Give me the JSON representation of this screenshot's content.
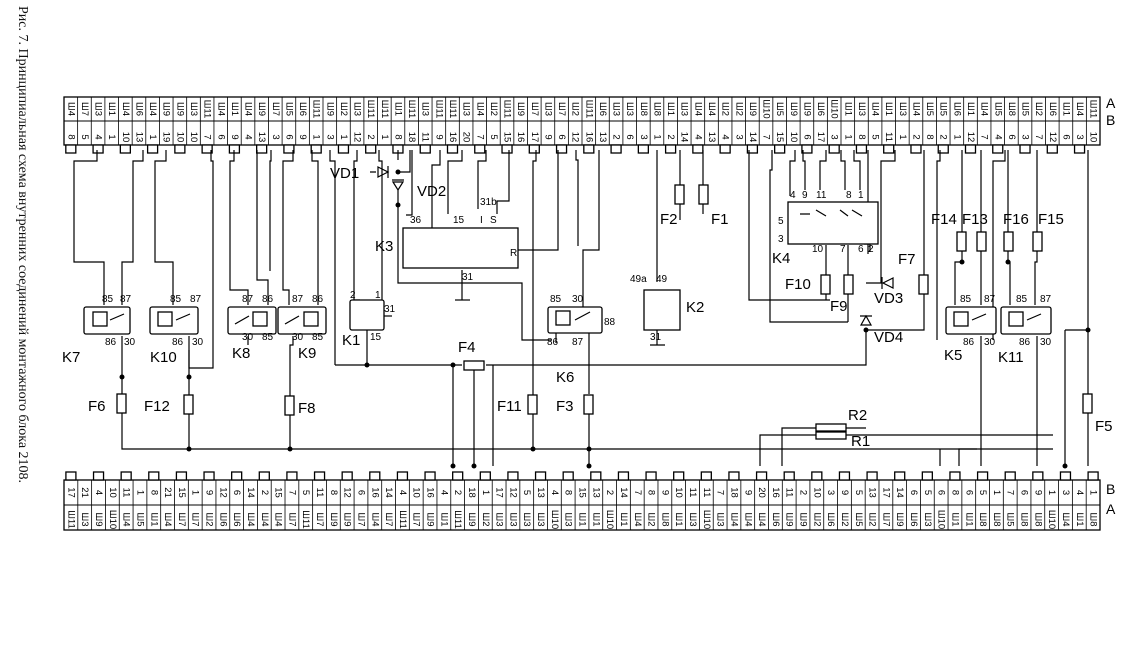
{
  "caption": "Рис. 7. Принципиальная схема внутренних соединений монтажного блока 2108.",
  "row_labels": {
    "a": "А",
    "b": "В"
  },
  "top_connectors": [
    {
      "a": "Ш4",
      "b": "8"
    },
    {
      "a": "Ш7",
      "b": "5"
    },
    {
      "a": "Ш3",
      "b": "4"
    },
    {
      "a": "Ш1",
      "b": "1"
    },
    {
      "a": "Ш4",
      "b": "10"
    },
    {
      "a": "Ш6",
      "b": "13"
    },
    {
      "a": "Ш4",
      "b": "1"
    },
    {
      "a": "Ш9",
      "b": "19"
    },
    {
      "a": "Ш9",
      "b": "10"
    },
    {
      "a": "Ш3",
      "b": "10"
    },
    {
      "a": "Ш11",
      "b": "7"
    },
    {
      "a": "Ш4",
      "b": "6"
    },
    {
      "a": "Ш1",
      "b": "9"
    },
    {
      "a": "Ш4",
      "b": "4"
    },
    {
      "a": "Ш9",
      "b": "13"
    },
    {
      "a": "Ш7",
      "b": "3"
    },
    {
      "a": "Ш5",
      "b": "6"
    },
    {
      "a": "Ш6",
      "b": "9"
    },
    {
      "a": "Ш11",
      "b": "1"
    },
    {
      "a": "Ш9",
      "b": "3"
    },
    {
      "a": "Ш2",
      "b": "1"
    },
    {
      "a": "Ш3",
      "b": "12"
    },
    {
      "a": "Ш11",
      "b": "2"
    },
    {
      "a": "Ш11",
      "b": "1"
    },
    {
      "a": "Ш1",
      "b": "8"
    },
    {
      "a": "Ш11",
      "b": "18"
    },
    {
      "a": "Ш3",
      "b": "11"
    },
    {
      "a": "Ш11",
      "b": "9"
    },
    {
      "a": "Ш11",
      "b": "16"
    },
    {
      "a": "Ш3",
      "b": "20"
    },
    {
      "a": "Ш4",
      "b": "7"
    },
    {
      "a": "Ш2",
      "b": "5"
    },
    {
      "a": "Ш11",
      "b": "15"
    },
    {
      "a": "Ш9",
      "b": "16"
    },
    {
      "a": "Ш7",
      "b": "17"
    },
    {
      "a": "Ш3",
      "b": "9"
    },
    {
      "a": "Ш7",
      "b": "6"
    },
    {
      "a": "Ш2",
      "b": "12"
    },
    {
      "a": "Ш11",
      "b": "16"
    },
    {
      "a": "Ш6",
      "b": "13"
    },
    {
      "a": "Ш3",
      "b": "2"
    },
    {
      "a": "Ш3",
      "b": "6"
    },
    {
      "a": "Ш8",
      "b": "3"
    },
    {
      "a": "Ш8",
      "b": "1"
    },
    {
      "a": "Ш1",
      "b": "2"
    },
    {
      "a": "Ш3",
      "b": "14"
    },
    {
      "a": "Ш4",
      "b": "4"
    },
    {
      "a": "Ш4",
      "b": "13"
    },
    {
      "a": "Ш2",
      "b": "4"
    },
    {
      "a": "Ш2",
      "b": "3"
    },
    {
      "a": "Ш9",
      "b": "14"
    },
    {
      "a": "Ш10",
      "b": "7"
    },
    {
      "a": "Ш5",
      "b": "15"
    },
    {
      "a": "Ш9",
      "b": "10"
    },
    {
      "a": "Ш9",
      "b": "6"
    },
    {
      "a": "Ш6",
      "b": "17"
    },
    {
      "a": "Ш10",
      "b": "3"
    },
    {
      "a": "Ш1",
      "b": "1"
    },
    {
      "a": "Ш3",
      "b": "8"
    },
    {
      "a": "Ш4",
      "b": "5"
    },
    {
      "a": "Ш1",
      "b": "11"
    },
    {
      "a": "Ш3",
      "b": "1"
    },
    {
      "a": "Ш4",
      "b": "2"
    },
    {
      "a": "Ш5",
      "b": "8"
    },
    {
      "a": "Ш5",
      "b": "2"
    },
    {
      "a": "Ш6",
      "b": "1"
    },
    {
      "a": "Ш1",
      "b": "12"
    },
    {
      "a": "Ш4",
      "b": "7"
    },
    {
      "a": "Ш5",
      "b": "4"
    },
    {
      "a": "Ш8",
      "b": "6"
    },
    {
      "a": "Ш5",
      "b": "3"
    },
    {
      "a": "Ш2",
      "b": "7"
    },
    {
      "a": "Ш6",
      "b": "12"
    },
    {
      "a": "Ш1",
      "b": "6"
    },
    {
      "a": "Ш4",
      "b": "3"
    },
    {
      "a": "Ш11",
      "b": "10"
    }
  ],
  "bottom_connectors": [
    {
      "b": "17",
      "a": "Ш11"
    },
    {
      "b": "21",
      "a": "Ш3"
    },
    {
      "b": "4",
      "a": "Ш9"
    },
    {
      "b": "10",
      "a": "Ш10"
    },
    {
      "b": "11",
      "a": "Ш4"
    },
    {
      "b": "1",
      "a": "Ш5"
    },
    {
      "b": "8",
      "a": "Ш1"
    },
    {
      "b": "21",
      "a": "Ш4"
    },
    {
      "b": "15",
      "a": "Ш7"
    },
    {
      "b": "1",
      "a": "Ш7"
    },
    {
      "b": "9",
      "a": "Ш2"
    },
    {
      "b": "12",
      "a": "Ш6"
    },
    {
      "b": "6",
      "a": "Ш6"
    },
    {
      "b": "14",
      "a": "Ш4"
    },
    {
      "b": "2",
      "a": "Ш4"
    },
    {
      "b": "15",
      "a": "Ш4"
    },
    {
      "b": "7",
      "a": "Ш7"
    },
    {
      "b": "5",
      "a": "Ш11"
    },
    {
      "b": "11",
      "a": "Ш7"
    },
    {
      "b": "8",
      "a": "Ш9"
    },
    {
      "b": "12",
      "a": "Ш9"
    },
    {
      "b": "6",
      "a": "Ш7"
    },
    {
      "b": "16",
      "a": "Ш4"
    },
    {
      "b": "14",
      "a": "Ш7"
    },
    {
      "b": "4",
      "a": "Ш11"
    },
    {
      "b": "10",
      "a": "Ш7"
    },
    {
      "b": "16",
      "a": "Ш9"
    },
    {
      "b": "4",
      "a": "Ш1"
    },
    {
      "b": "2",
      "a": "Ш11"
    },
    {
      "b": "18",
      "a": "Ш9"
    },
    {
      "b": "1",
      "a": "Ш2"
    },
    {
      "b": "17",
      "a": "Ш3"
    },
    {
      "b": "12",
      "a": "Ш3"
    },
    {
      "b": "5",
      "a": "Ш3"
    },
    {
      "b": "13",
      "a": "Ш3"
    },
    {
      "b": "4",
      "a": "Ш10"
    },
    {
      "b": "8",
      "a": "Ш3"
    },
    {
      "b": "15",
      "a": "Ш1"
    },
    {
      "b": "13",
      "a": "Ш1"
    },
    {
      "b": "2",
      "a": "Ш10"
    },
    {
      "b": "14",
      "a": "Ш1"
    },
    {
      "b": "7",
      "a": "Ш4"
    },
    {
      "b": "8",
      "a": "Ш2"
    },
    {
      "b": "9",
      "a": "Ш8"
    },
    {
      "b": "10",
      "a": "Ш1"
    },
    {
      "b": "11",
      "a": "Ш3"
    },
    {
      "b": "11",
      "a": "Ш10"
    },
    {
      "b": "7",
      "a": "Ш3"
    },
    {
      "b": "18",
      "a": "Ш4"
    },
    {
      "b": "9",
      "a": "Ш4"
    },
    {
      "b": "20",
      "a": "Ш4"
    },
    {
      "b": "16",
      "a": "Ш6"
    },
    {
      "b": "11",
      "a": "Ш9"
    },
    {
      "b": "2",
      "a": "Ш9"
    },
    {
      "b": "10",
      "a": "Ш2"
    },
    {
      "b": "3",
      "a": "Ш6"
    },
    {
      "b": "9",
      "a": "Ш2"
    },
    {
      "b": "5",
      "a": "Ш5"
    },
    {
      "b": "13",
      "a": "Ш2"
    },
    {
      "b": "17",
      "a": "Ш7"
    },
    {
      "b": "14",
      "a": "Ш9"
    },
    {
      "b": "6",
      "a": "Ш6"
    },
    {
      "b": "5",
      "a": "Ш3"
    },
    {
      "b": "6",
      "a": "Ш10"
    },
    {
      "b": "8",
      "a": "Ш1"
    },
    {
      "b": "6",
      "a": "Ш1"
    },
    {
      "b": "5",
      "a": "Ш8"
    },
    {
      "b": "1",
      "a": "Ш8"
    },
    {
      "b": "7",
      "a": "Ш5"
    },
    {
      "b": "6",
      "a": "Ш8"
    },
    {
      "b": "9",
      "a": "Ш8"
    },
    {
      "b": "1",
      "a": "Ш10"
    },
    {
      "b": "3",
      "a": "Ш4"
    },
    {
      "b": "4",
      "a": "Ш1"
    },
    {
      "b": "1",
      "a": "Ш8"
    }
  ],
  "components": {
    "K7": "K7",
    "K10": "K10",
    "K8": "K8",
    "K9": "K9",
    "K1": "K1",
    "K3": "K3",
    "K6": "K6",
    "K2": "K2",
    "K4": "K4",
    "K5": "K5",
    "K11": "K11",
    "F1": "F1",
    "F2": "F2",
    "F3": "F3",
    "F4": "F4",
    "F5": "F5",
    "F6": "F6",
    "F7": "F7",
    "F8": "F8",
    "F9": "F9",
    "F10": "F10",
    "F11": "F11",
    "F12": "F12",
    "F13": "F13",
    "F14": "F14",
    "F15": "F15",
    "F16": "F16",
    "VD1": "VD1",
    "VD2": "VD2",
    "VD3": "VD3",
    "VD4": "VD4",
    "R1": "R1",
    "R2": "R2"
  },
  "pins": {
    "p85": "85",
    "p86": "86",
    "p87": "87",
    "p30": "30",
    "p88": "88",
    "p31": "31",
    "p15": "15",
    "p1": "1",
    "p2": "2",
    "p31b": "31b",
    "pI": "I",
    "pS": "S",
    "pR": "R",
    "p36": "36",
    "p49a": "49a",
    "p49": "49",
    "p3": "3",
    "p4": "4",
    "p5": "5",
    "p6": "6",
    "p7": "7",
    "p8": "8",
    "p9": "9",
    "p10": "10",
    "p11": "11"
  }
}
